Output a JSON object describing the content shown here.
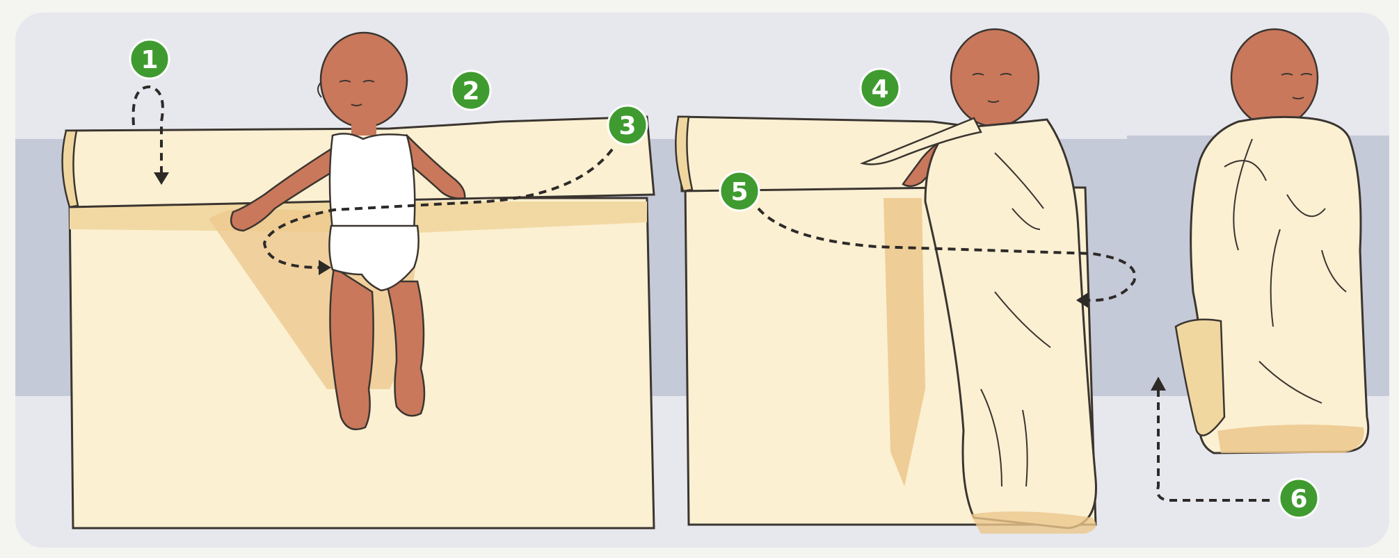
{
  "steps": [
    {
      "number": "1"
    },
    {
      "number": "2"
    },
    {
      "number": "3"
    },
    {
      "number": "4"
    },
    {
      "number": "5"
    },
    {
      "number": "6"
    }
  ],
  "colors": {
    "backdrop": "#e7e8ee",
    "band": "#c5cad8",
    "blanket": "#fbf0d2",
    "blanket_shadow": "#ecc78c",
    "skin": "#c9785b",
    "skin_dark": "#9c5440",
    "badge": "#3f9b2f",
    "outline": "#3b3530",
    "dashes": "#2d2a28"
  }
}
